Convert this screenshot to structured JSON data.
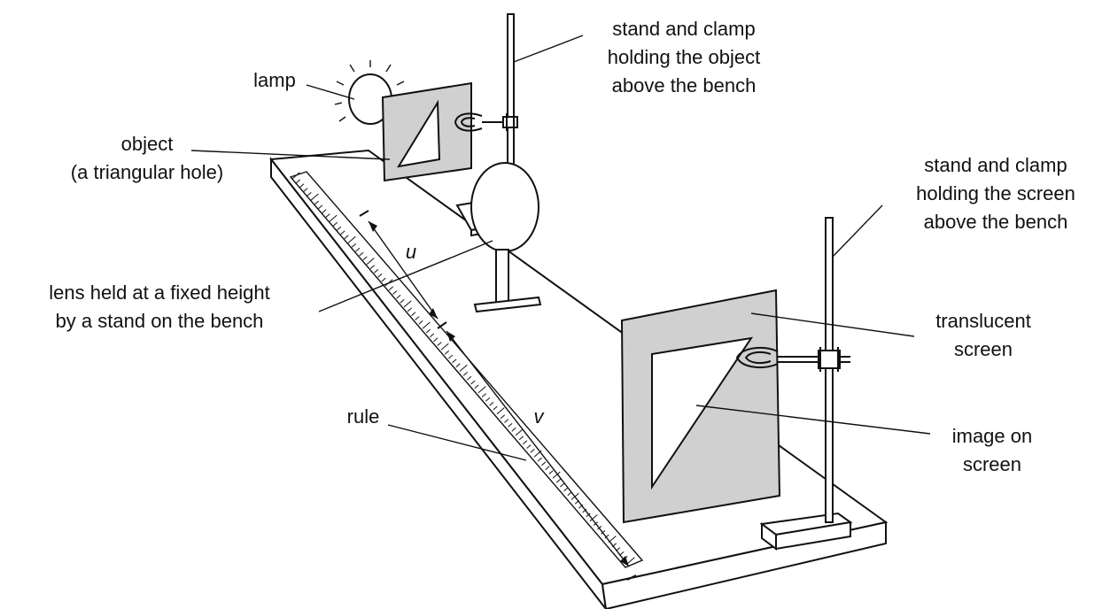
{
  "colors": {
    "ink": "#111111",
    "panel_grey": "#d0d0d0",
    "background": "#ffffff"
  },
  "labels": {
    "stand_object": [
      "stand and clamp",
      "holding the object",
      "above the bench"
    ],
    "lamp": "lamp",
    "object": [
      "object",
      "(a triangular hole)"
    ],
    "stand_screen": [
      "stand and clamp",
      "holding the screen",
      "above the bench"
    ],
    "u": "u",
    "lens": [
      "lens held at a fixed height",
      "by a stand on the bench"
    ],
    "translucent_screen": [
      "translucent",
      "screen"
    ],
    "v": "v",
    "rule": "rule",
    "image_on_screen": [
      "image on",
      "screen"
    ]
  }
}
